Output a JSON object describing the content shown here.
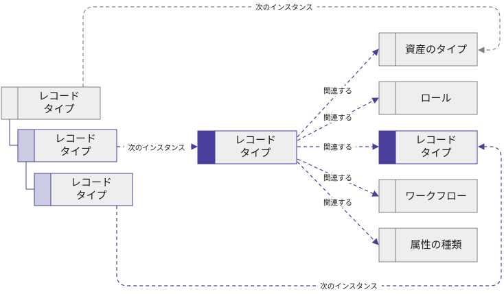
{
  "colors": {
    "box_fill": "#eeeeee",
    "box_stroke_grey": "#7f7f7f",
    "box_stroke_purple": "#4a3f9a",
    "accent_light": "#cccbe4",
    "accent_dark": "#4a3f9a",
    "connector": "#4a3f9a",
    "connector_grey": "#808080"
  },
  "nodes": {
    "record_type_grey": {
      "lines": [
        "レコード",
        "タイプ"
      ]
    },
    "record_type_light_1": {
      "lines": [
        "レコード",
        "タイプ"
      ]
    },
    "record_type_light_2": {
      "lines": [
        "レコード",
        "タイプ"
      ]
    },
    "record_type_center": {
      "lines": [
        "レコード",
        "タイプ"
      ]
    },
    "asset_type": {
      "lines": [
        "資産のタイプ"
      ]
    },
    "role": {
      "lines": [
        "ロール"
      ]
    },
    "record_type_target": {
      "lines": [
        "レコード",
        "タイプ"
      ]
    },
    "workflow": {
      "lines": [
        "ワークフロー"
      ]
    },
    "attribute_type": {
      "lines": [
        "属性の種類"
      ]
    }
  },
  "edges": {
    "next_instance_top": "次のインスタンス",
    "next_instance_middle": "次のインスタンス",
    "next_instance_bottom": "次のインスタンス",
    "related_1": "関連する",
    "related_2": "関連する",
    "related_3": "関連する",
    "related_4": "関連する",
    "related_5": "関連する"
  }
}
